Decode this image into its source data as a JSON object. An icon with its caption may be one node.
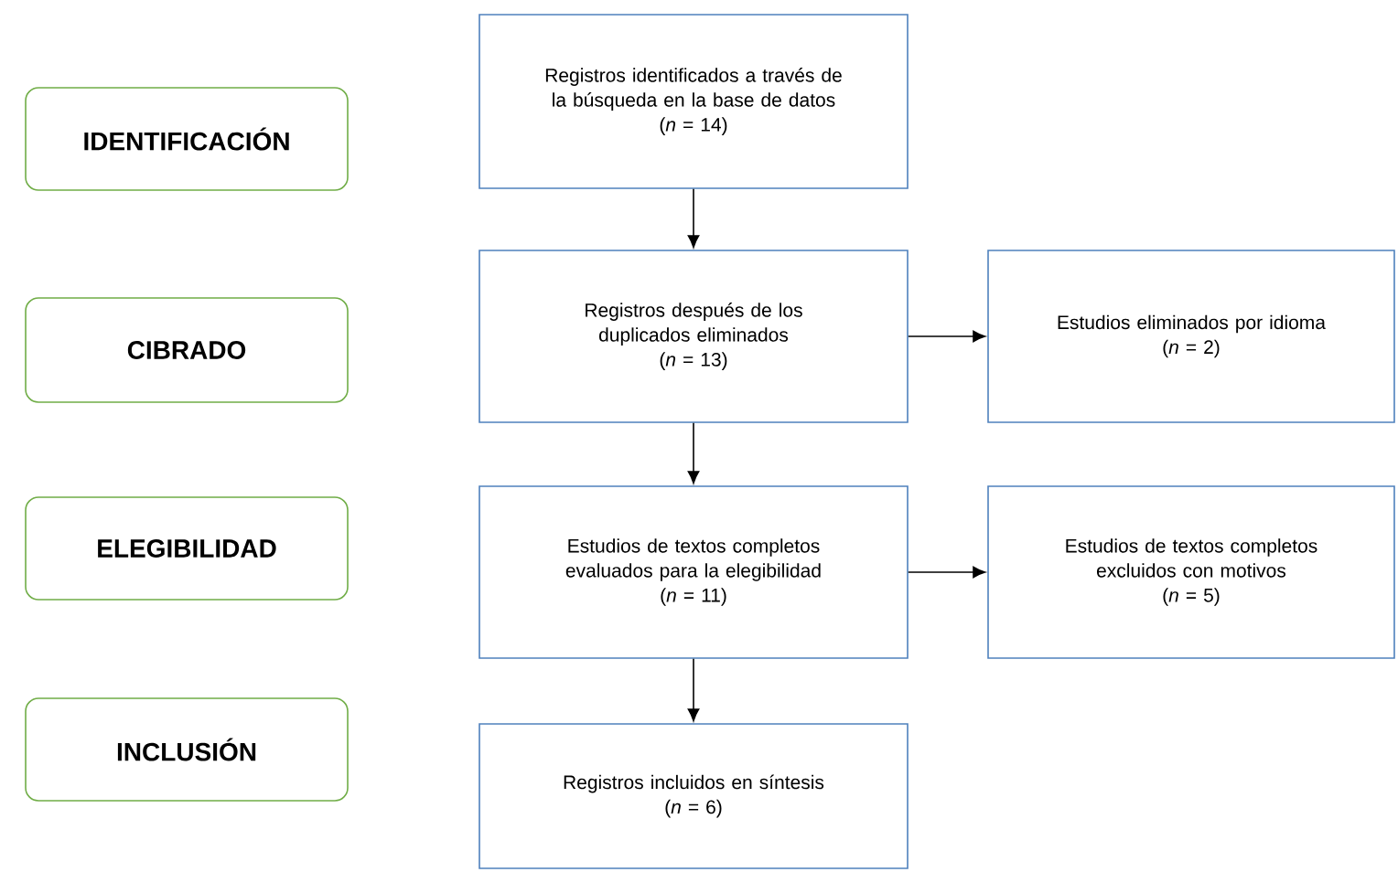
{
  "diagram": {
    "nodes": [
      {
        "text": [
          "IDENTIFICACIÓN"
        ]
      },
      {
        "text": [
          "CIBRADO"
        ]
      },
      {
        "text": [
          "ELEGIBILIDAD"
        ]
      },
      {
        "text": [
          "INCLUSIÓN"
        ]
      },
      {
        "text": [
          "Registros identificados a través de la búsqueda en la base de datos",
          "(*n* = 14)"
        ]
      },
      {
        "text": [
          "Registros después de los duplicados eliminados",
          "(*n* = 13)"
        ]
      },
      {
        "text": [
          "Estudios eliminados por idioma",
          "(*n* = 2)"
        ]
      },
      {
        "text": [
          "Estudios de textos completos evaluados para la elegibilidad",
          "(*n* = 11)"
        ]
      },
      {
        "text": [
          "Estudios de textos completos excluidos con motivos",
          "(*n* = 5)"
        ]
      },
      {
        "text": [
          "Registros incluidos en síntesis",
          "(*n* = 6)"
        ]
      }
    ],
    "edges": [
      {
        "from": 4,
        "to": 5,
        "arrow": "to"
      },
      {
        "from": 5,
        "to": 6,
        "arrow": "to"
      },
      {
        "from": 5,
        "to": 7,
        "arrow": "to"
      },
      {
        "from": 7,
        "to": 8,
        "arrow": "to"
      },
      {
        "from": 7,
        "to": 9,
        "arrow": "to"
      }
    ]
  }
}
